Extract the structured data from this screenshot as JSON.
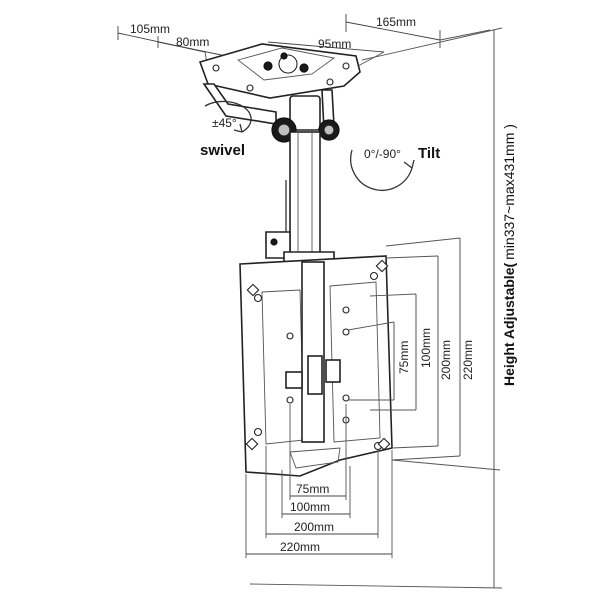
{
  "dimensions": {
    "top_105": "105mm",
    "top_80": "80mm",
    "top_165": "165mm",
    "top_95": "95mm",
    "vesa_h_75": "75mm",
    "vesa_h_100": "100mm",
    "vesa_h_200": "200mm",
    "vesa_h_220": "220mm",
    "vesa_v_75": "75mm",
    "vesa_v_100": "100mm",
    "vesa_v_200": "200mm",
    "vesa_v_220": "220mm"
  },
  "motion": {
    "swivel_angle": "±45°",
    "swivel_label": "swivel",
    "tilt_angle": "0°/-90°",
    "tilt_label": "Tilt"
  },
  "height": {
    "label": "Height Adjustable(",
    "range": "min337~max431mm )"
  }
}
